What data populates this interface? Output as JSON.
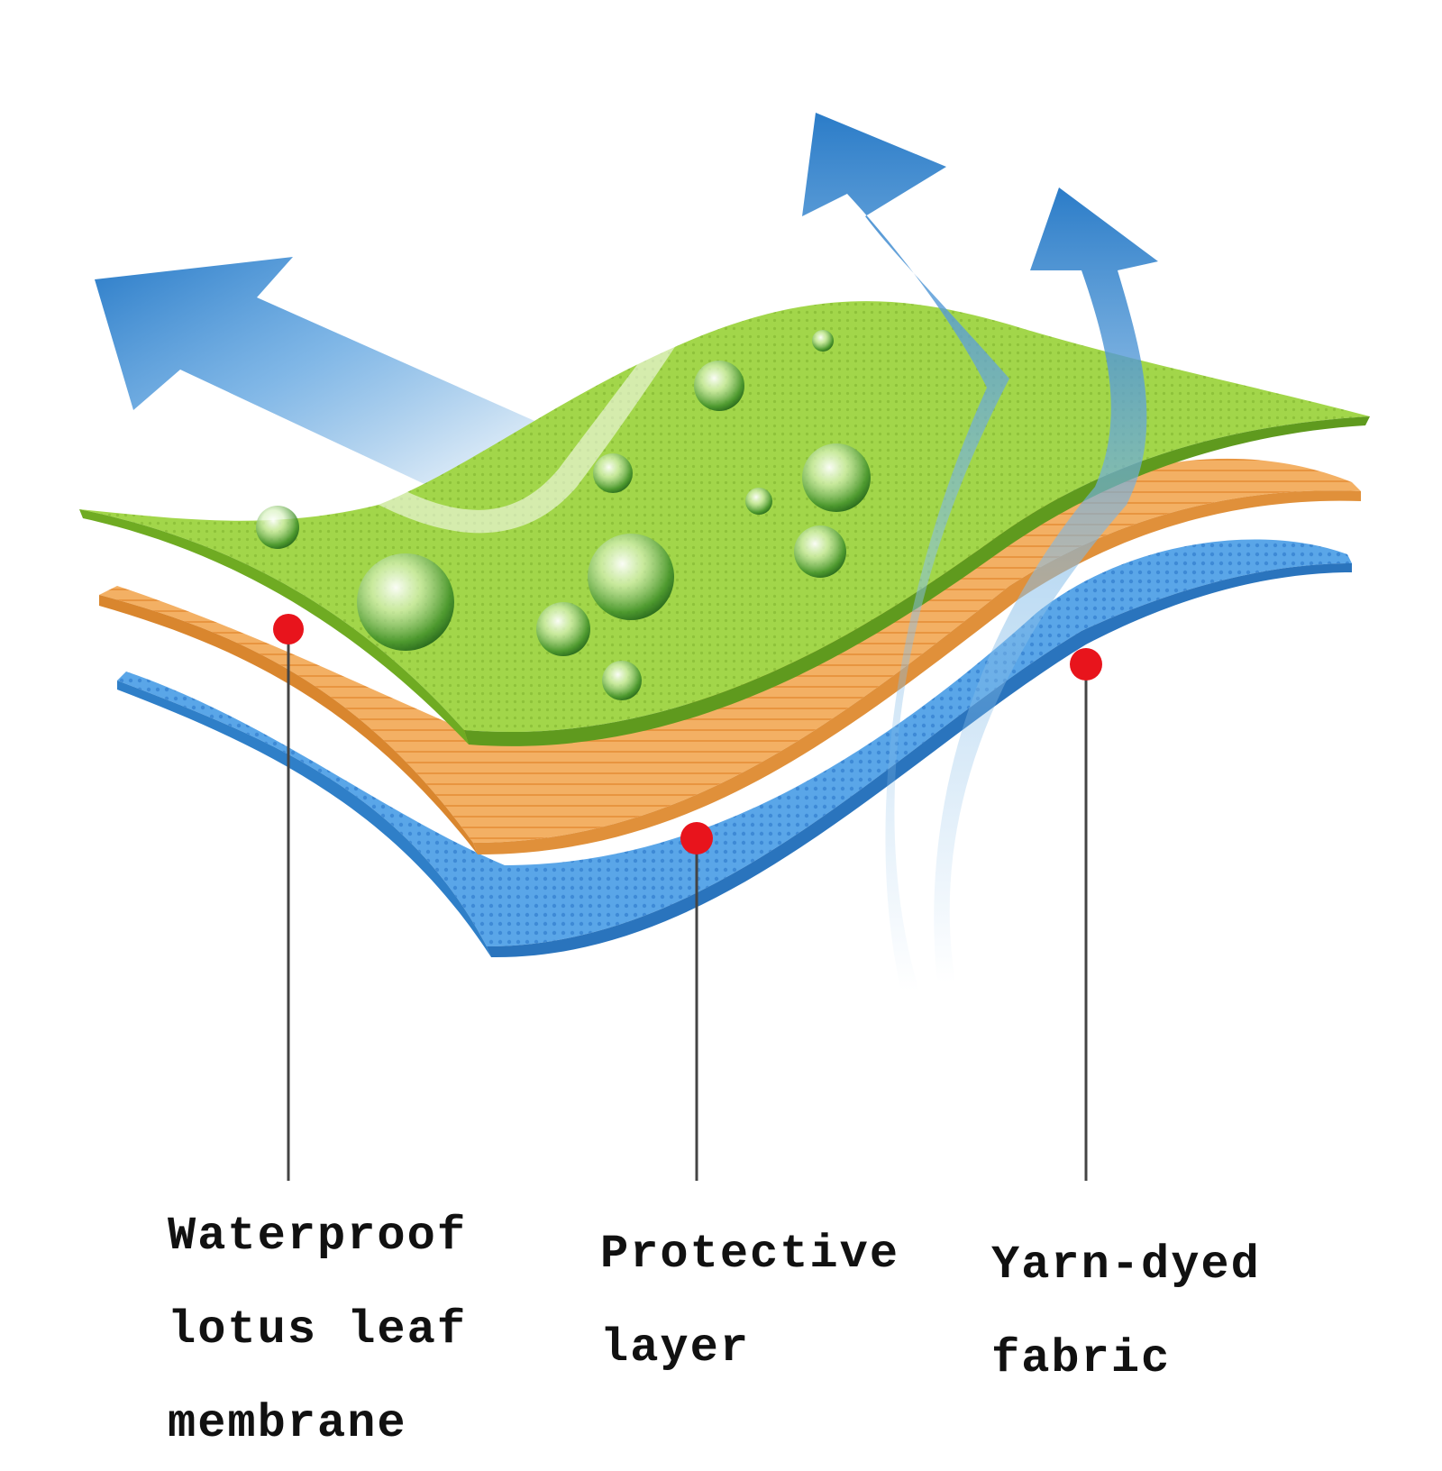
{
  "labels": {
    "waterproof": [
      "Waterproof",
      "lotus leaf",
      "membrane"
    ],
    "protective": [
      "Protective",
      "layer"
    ],
    "yarn": [
      "Yarn-dyed",
      "fabric"
    ]
  },
  "colors": {
    "green_layer": "#8cc63f",
    "orange_layer": "#f0a04a",
    "blue_layer": "#3a8fd8",
    "arrow_blue": "#2f86d0",
    "marker_red": "#e8141c",
    "leader_line": "#444444"
  }
}
